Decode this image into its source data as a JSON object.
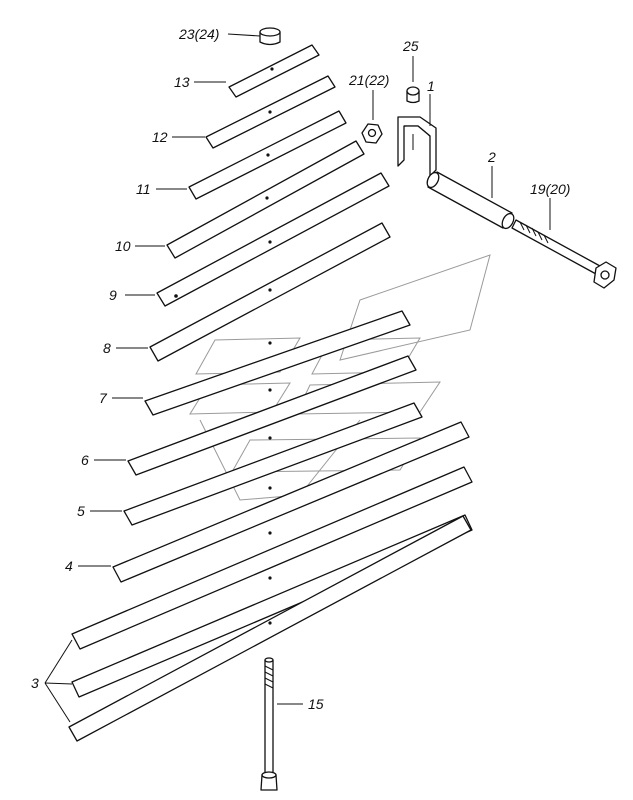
{
  "diagram": {
    "labels": {
      "p1": "1",
      "p2": "2",
      "p3": "3",
      "p4": "4",
      "p5": "5",
      "p6": "6",
      "p7": "7",
      "p8": "8",
      "p9": "9",
      "p10": "10",
      "p11": "11",
      "p12": "12",
      "p13": "13",
      "p15": "15",
      "p19": "19(20)",
      "p21": "21(22)",
      "p23": "23(24)",
      "p25": "25"
    }
  }
}
